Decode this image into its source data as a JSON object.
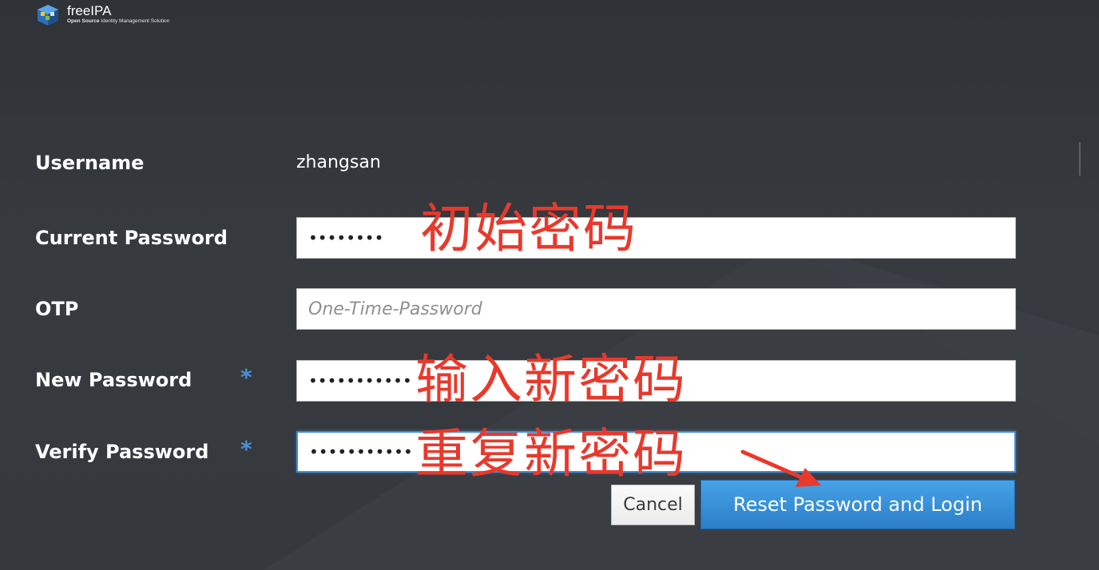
{
  "header": {
    "logo_title": "freeIPA",
    "logo_sub_bold": "Open Source",
    "logo_sub_rest": " Identity Management Solution",
    "logo_icon": "freeipa-cube-icon"
  },
  "form": {
    "username_label": "Username",
    "username_value": "zhangsan",
    "current_password_label": "Current Password",
    "current_password_value": "••••••••",
    "otp_label": "OTP",
    "otp_placeholder": "One-Time-Password",
    "new_password_label": "New Password",
    "new_password_value": "•••••••••••",
    "verify_password_label": "Verify Password",
    "verify_password_value": "•••••••••••",
    "required_mark": "*"
  },
  "buttons": {
    "cancel": "Cancel",
    "reset": "Reset Password and Login"
  },
  "annotations": {
    "initial_password": "初始密码",
    "enter_new_password": "输入新密码",
    "repeat_new_password": "重复新密码"
  },
  "colors": {
    "accent": "#3d8ddc",
    "annotation": "#e8392c",
    "required": "#4c8fd9"
  }
}
